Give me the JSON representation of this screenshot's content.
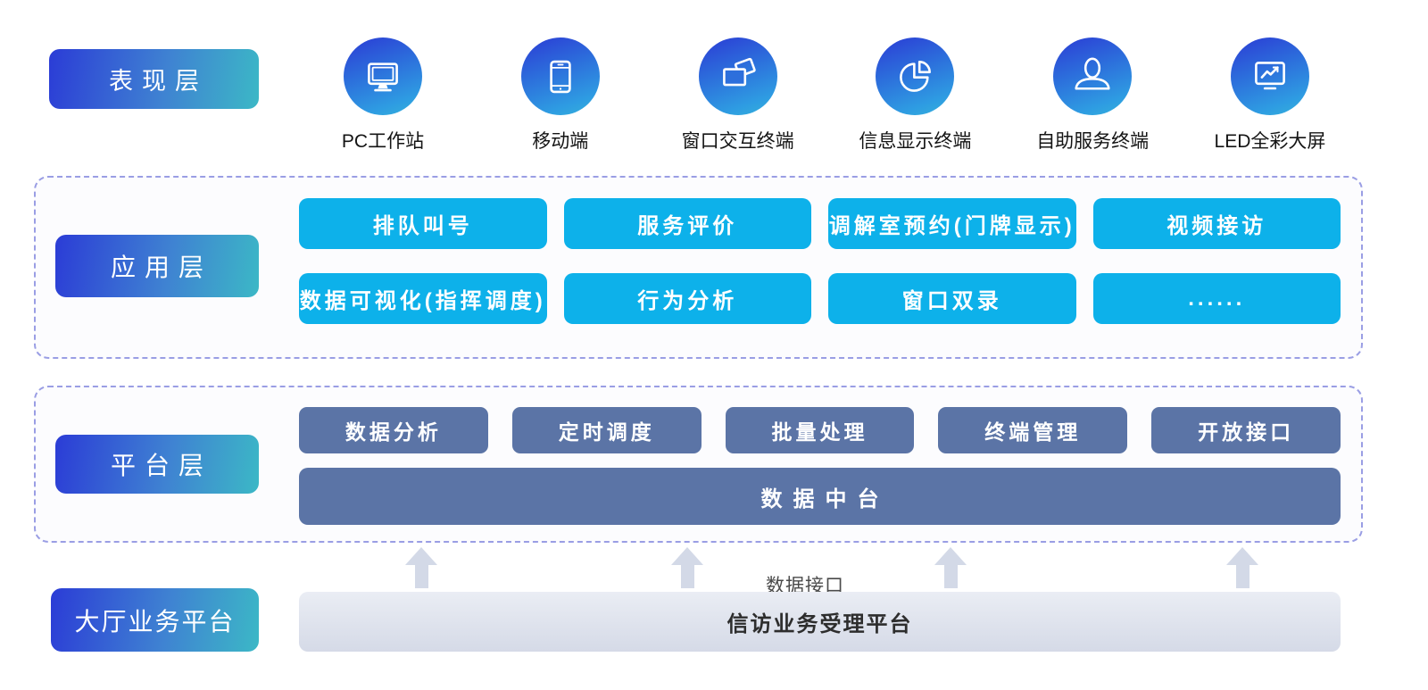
{
  "presentation": {
    "label": "表现层",
    "terminals": [
      {
        "icon": "monitor-icon",
        "label": "PC工作站"
      },
      {
        "icon": "smartphone-icon",
        "label": "移动端"
      },
      {
        "icon": "windows-icon",
        "label": "窗口交互终端"
      },
      {
        "icon": "pie-chart-icon",
        "label": "信息显示终端"
      },
      {
        "icon": "person-icon",
        "label": "自助服务终端"
      },
      {
        "icon": "screen-chart-icon",
        "label": "LED全彩大屏"
      }
    ]
  },
  "application": {
    "label": "应用层",
    "modules": [
      "排队叫号",
      "服务评价",
      "调解室预约(门牌显示)",
      "视频接访",
      "数据可视化(指挥调度)",
      "行为分析",
      "窗口双录",
      "......"
    ]
  },
  "platform": {
    "label": "平台层",
    "services": [
      "数据分析",
      "定时调度",
      "批量处理",
      "终端管理",
      "开放接口"
    ],
    "middle_platform": "数据中台"
  },
  "hall": {
    "label": "大厅业务平台",
    "data_interface_label": "数据接口",
    "platform_bar": "信访业务受理平台"
  },
  "colors": {
    "pill_gradient_start": "#2b3cd6",
    "pill_gradient_end": "#3cb8c6",
    "icon_circle_gradient_start": "#2b45d6",
    "icon_circle_gradient_end": "#35b2da",
    "app_button": "#0db1ea",
    "platform_button": "#5b74a6",
    "dashed_border": "#9a9ee4",
    "arrow": "#d3d9e7",
    "gray_bar_start": "#eaedf4",
    "gray_bar_end": "#d5dae7"
  }
}
